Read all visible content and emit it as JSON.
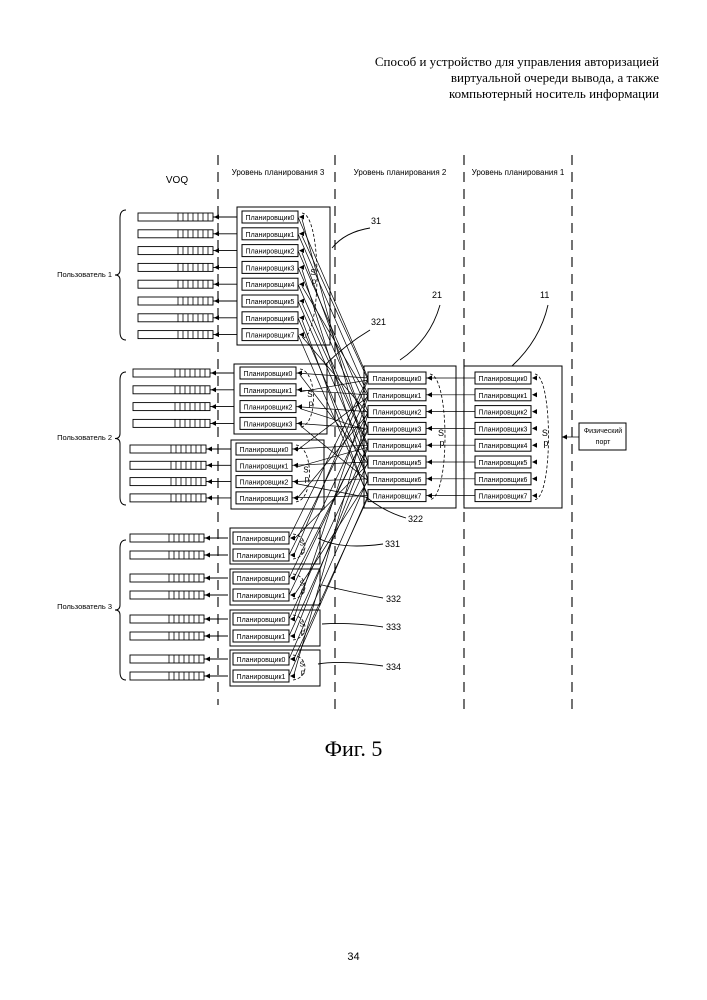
{
  "header": {
    "title_lines": [
      "Способ и устройство для управления  авторизацией",
      "виртуальной очереди вывода, а также",
      "компьютерный носитель информации"
    ]
  },
  "diagram": {
    "column_headers": {
      "voq": "VOQ",
      "level3": "Уровень планирования 3",
      "level2": "Уровень планирования 2",
      "level1": "Уровень планирования 1"
    },
    "users": [
      "Пользователь 1",
      "Пользователь 2",
      "Пользователь 3"
    ],
    "scheduler_prefix": "Планировщик",
    "sp_label": [
      "S",
      "p"
    ],
    "physical_port": [
      "Физический",
      "порт"
    ],
    "callouts": [
      "31",
      "321",
      "21",
      "11",
      "322",
      "331",
      "332",
      "333",
      "334"
    ]
  },
  "caption": "Фиг. 5",
  "page_number": "34"
}
